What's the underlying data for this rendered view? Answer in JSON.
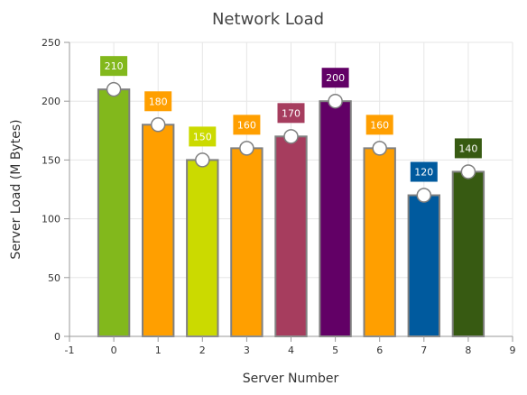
{
  "chart_data": {
    "type": "bar",
    "title": "Network Load",
    "xlabel": "Server Number",
    "ylabel": "Server Load (M Bytes)",
    "x": [
      0,
      1,
      2,
      3,
      4,
      5,
      6,
      7,
      8
    ],
    "values": [
      210,
      180,
      150,
      160,
      170,
      200,
      160,
      120,
      140
    ],
    "colors": [
      "#82b81c",
      "#ff9f00",
      "#cbda00",
      "#ff9f00",
      "#a63d5e",
      "#620066",
      "#ff9f00",
      "#005a9e",
      "#375a12"
    ],
    "xlim": [
      -1,
      9
    ],
    "ylim": [
      0,
      250
    ],
    "xticks": [
      "-1",
      "0",
      "1",
      "2",
      "3",
      "4",
      "5",
      "6",
      "7",
      "8",
      "9"
    ],
    "yticks": [
      "0",
      "50",
      "100",
      "150",
      "200",
      "250"
    ],
    "labels": [
      "210",
      "180",
      "150",
      "160",
      "170",
      "200",
      "160",
      "120",
      "140"
    ],
    "grid": true,
    "bar_border_color": "#808080",
    "marker": "circle"
  }
}
